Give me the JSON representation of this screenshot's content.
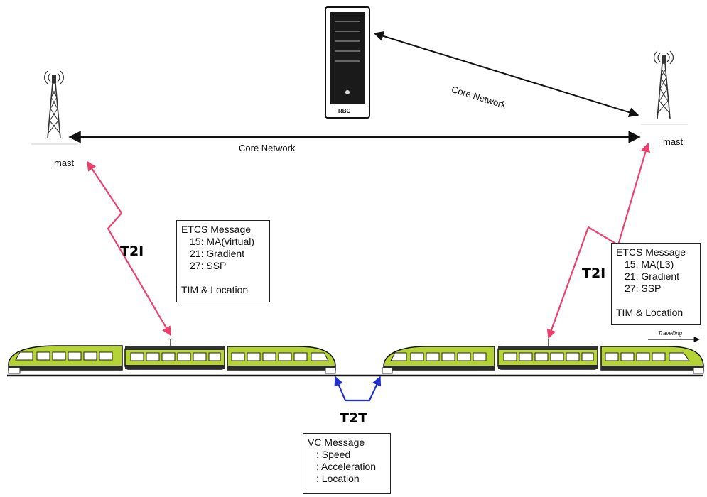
{
  "rbc": {
    "label": "RBC"
  },
  "masts": {
    "left": {
      "label": "mast"
    },
    "right": {
      "label": "mast"
    }
  },
  "links": {
    "core_horizontal": "Core Network",
    "core_diagonal": "Core Network"
  },
  "t2i_left": "T2I",
  "t2i_right": "T2I",
  "t2t": "T2T",
  "etcs_left": {
    "title": "ETCS Message",
    "items": [
      "15: MA(virtual)",
      "21: Gradient",
      "27: SSP"
    ],
    "footer": "TIM & Location"
  },
  "etcs_right": {
    "title": "ETCS Message",
    "items": [
      "15: MA(L3)",
      "21: Gradient",
      "27: SSP"
    ],
    "footer": "TIM & Location"
  },
  "vc_message": {
    "title": "VC Message",
    "items": [
      ": Speed",
      ": Acceleration",
      ": Location"
    ]
  },
  "travel_direction": "Travelling",
  "colors": {
    "train_body": "#b5d334",
    "t2i_arrow": "#ec3f6c",
    "t2t_arrow": "#1f2fd6",
    "line": "#111111"
  }
}
